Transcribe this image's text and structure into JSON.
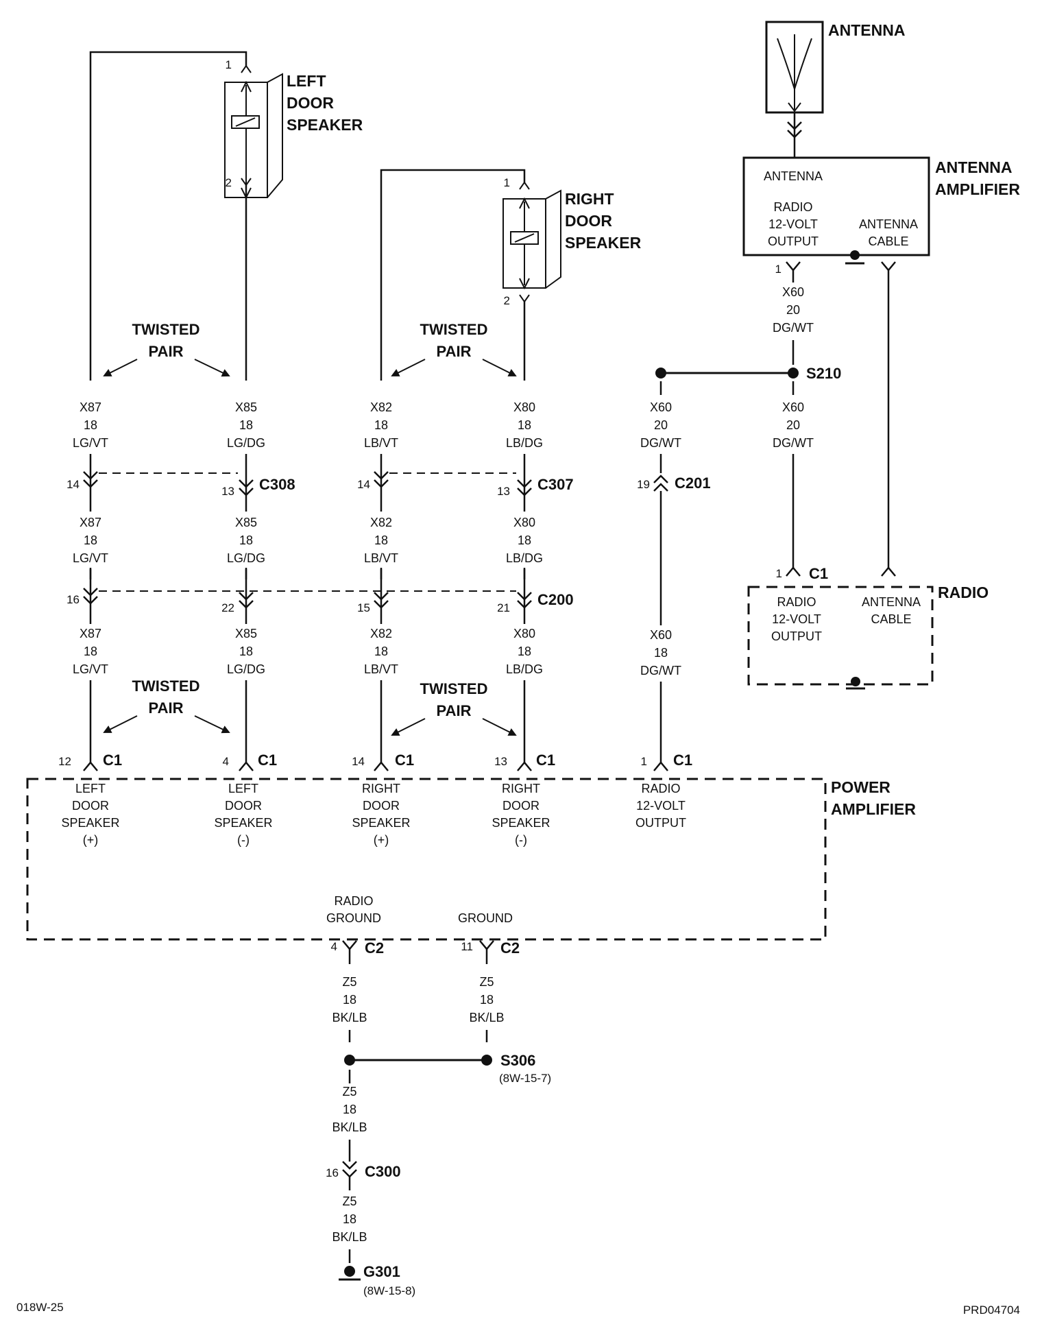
{
  "components": {
    "left_door_speaker": [
      "LEFT",
      "DOOR",
      "SPEAKER"
    ],
    "right_door_speaker": [
      "RIGHT",
      "DOOR",
      "SPEAKER"
    ],
    "antenna": "ANTENNA",
    "antenna_amplifier": [
      "ANTENNA",
      "AMPLIFIER"
    ],
    "radio": "RADIO",
    "power_amplifier": [
      "POWER",
      "AMPLIFIER"
    ]
  },
  "antenna_amplifier_box": {
    "antenna": "ANTENNA",
    "radio_output": [
      "RADIO",
      "12-VOLT",
      "OUTPUT"
    ],
    "antenna_cable": [
      "ANTENNA",
      "CABLE"
    ]
  },
  "radio_box": {
    "radio_output": [
      "RADIO",
      "12-VOLT",
      "OUTPUT"
    ],
    "antenna_cable": [
      "ANTENNA",
      "CABLE"
    ]
  },
  "power_amplifier_box": {
    "left_plus": [
      "LEFT",
      "DOOR",
      "SPEAKER",
      "(+)"
    ],
    "left_minus": [
      "LEFT",
      "DOOR",
      "SPEAKER",
      "(-)"
    ],
    "right_plus": [
      "RIGHT",
      "DOOR",
      "SPEAKER",
      "(+)"
    ],
    "right_minus": [
      "RIGHT",
      "DOOR",
      "SPEAKER",
      "(-)"
    ],
    "radio_output": [
      "RADIO",
      "12-VOLT",
      "OUTPUT"
    ],
    "radio_ground": [
      "RADIO",
      "GROUND"
    ],
    "ground": "GROUND"
  },
  "twisted_pair": [
    "TWISTED",
    "PAIR"
  ],
  "connectors": {
    "c308": "C308",
    "c307": "C307",
    "c200": "C200",
    "c201": "C201",
    "c1": "C1",
    "c2": "C2",
    "c300": "C300"
  },
  "splices": {
    "s210": "S210",
    "s306": "S306",
    "s306_ref": "(8W-15-7)"
  },
  "ground_point": {
    "g301": "G301",
    "g301_ref": "(8W-15-8)"
  },
  "wires": {
    "x87": [
      "X87",
      "18",
      "LG/VT"
    ],
    "x85": [
      "X85",
      "18",
      "LG/DG"
    ],
    "x82": [
      "X82",
      "18",
      "LB/VT"
    ],
    "x80": [
      "X80",
      "18",
      "LB/DG"
    ],
    "x60_20": [
      "X60",
      "20",
      "DG/WT"
    ],
    "x60_18": [
      "X60",
      "18",
      "DG/WT"
    ],
    "z5": [
      "Z5",
      "18",
      "BK/LB"
    ]
  },
  "pins": {
    "lds_1": "1",
    "lds_2": "2",
    "rds_1": "1",
    "rds_2": "2",
    "aa_1": "1",
    "c308_x87": "14",
    "c308_x85": "13",
    "c307_x82": "14",
    "c307_x80": "13",
    "c200_x87": "16",
    "c200_x85": "22",
    "c200_x82": "15",
    "c200_x80": "21",
    "c201": "19",
    "radio_c1": "1",
    "pa_x87": "12",
    "pa_x85": "4",
    "pa_x82": "14",
    "pa_x80": "13",
    "pa_x60": "1",
    "pa_c2_radio_ground": "4",
    "pa_c2_ground": "11",
    "c300": "16"
  },
  "footer": {
    "left": "018W-25",
    "right": "PRD04704"
  }
}
